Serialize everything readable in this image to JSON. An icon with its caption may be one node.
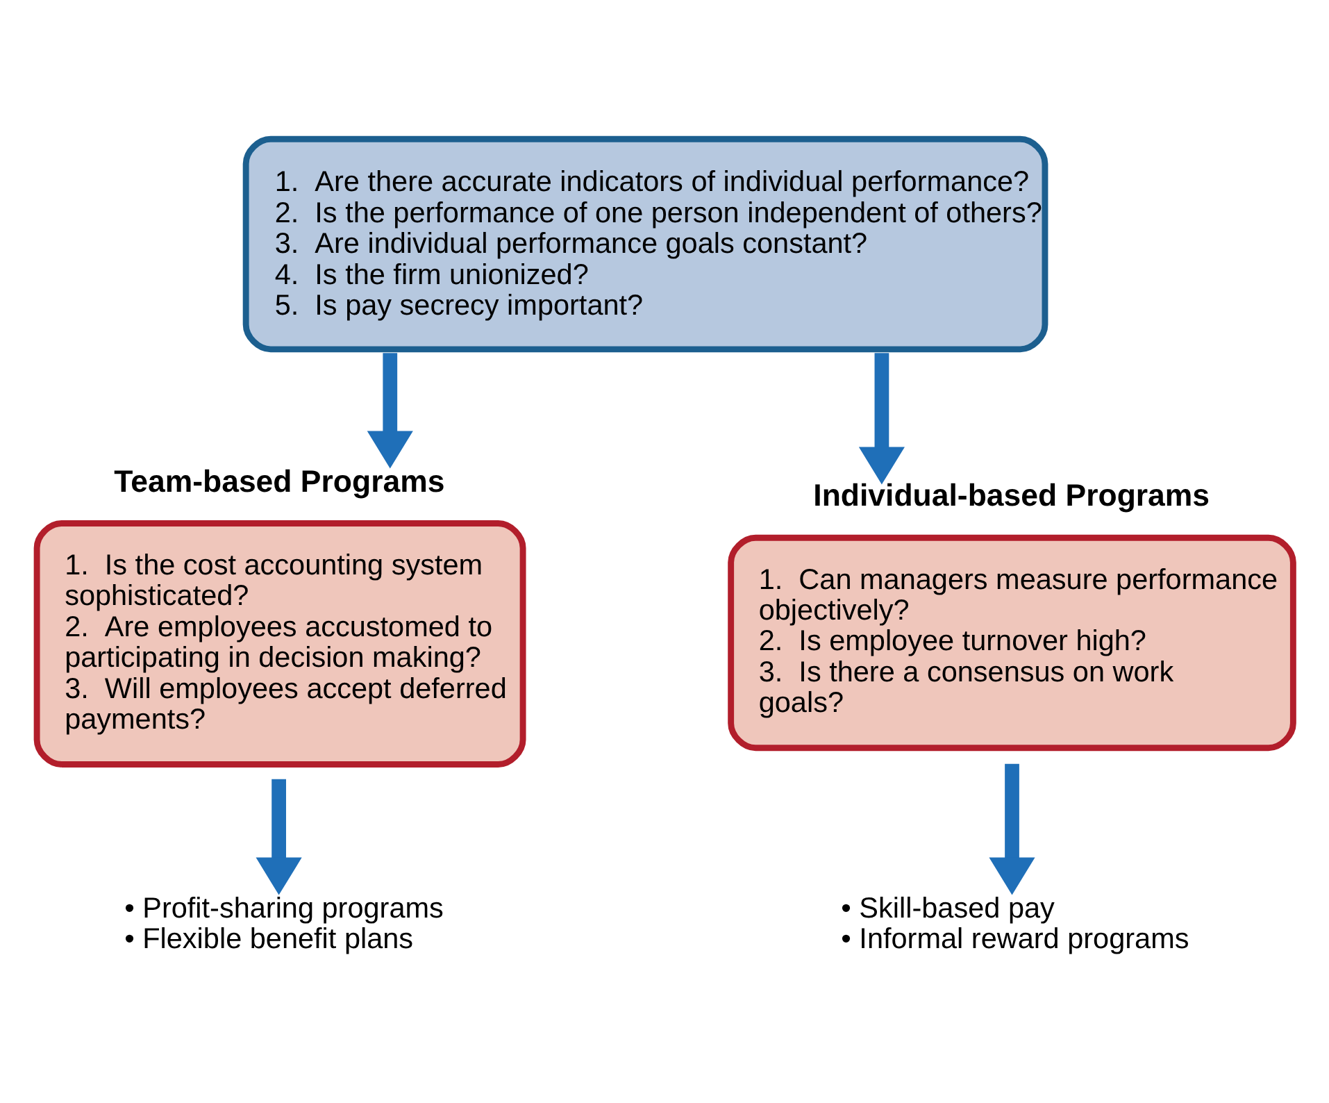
{
  "diagram": {
    "nodes": [
      {
        "text": [
          "1.  Are there accurate indicators of individual performance?",
          "2.  Is the performance of one person independent of others?",
          "3.  Are individual performance goals constant?",
          "4.  Is the firm unionized?",
          "5.  Is pay secrecy important?"
        ]
      },
      {
        "text": [
          "Team-based Programs",
          "1.  Is the cost accounting system sophisticated?",
          "2.  Are employees accustomed to participating in decision making?",
          "3.  Will employees accept deferred payments?"
        ]
      },
      {
        "text": [
          "Individual-based Programs",
          "1.  Can managers measure performance objectively?",
          "2.  Is employee turnover high?",
          "3.  Is there a consensus on work goals?"
        ]
      },
      {
        "text": [
          "• Profit-sharing programs",
          "• Flexible benefit plans"
        ]
      },
      {
        "text": [
          "• Skill-based pay",
          "• Informal reward programs"
        ]
      }
    ],
    "edges": [
      {
        "from": 0,
        "to": 1,
        "arrow": "to"
      },
      {
        "from": 0,
        "to": 2,
        "arrow": "to"
      },
      {
        "from": 1,
        "to": 3,
        "arrow": "to"
      },
      {
        "from": 2,
        "to": 4,
        "arrow": "to"
      }
    ]
  }
}
